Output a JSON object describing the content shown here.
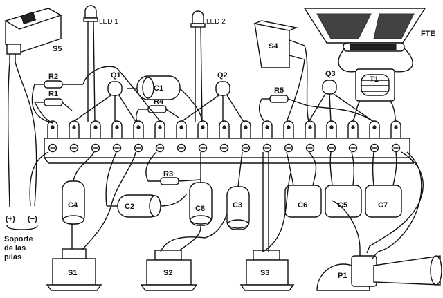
{
  "labels": {
    "led1": "LED 1",
    "led2": "LED 2",
    "s5": "S5",
    "s4": "S4",
    "fte": "FTE",
    "t1": "T1",
    "r1": "R1",
    "r2": "R2",
    "r3": "R3",
    "r4": "R4",
    "r5": "R5",
    "q1": "Q1",
    "q2": "Q2",
    "q3": "Q3",
    "c1": "C1",
    "c2": "C2",
    "c3": "C3",
    "c4": "C4",
    "c5": "C5",
    "c6": "C6",
    "c7": "C7",
    "c8": "C8",
    "s1": "S1",
    "s2": "S2",
    "s3": "S3",
    "p1": "P1",
    "plus": "(+)",
    "minus": "(−)",
    "support_line1": "Soporte",
    "support_line2": "de las",
    "support_line3": "pilas"
  },
  "terminal_strip": {
    "terminal_count": 17
  }
}
